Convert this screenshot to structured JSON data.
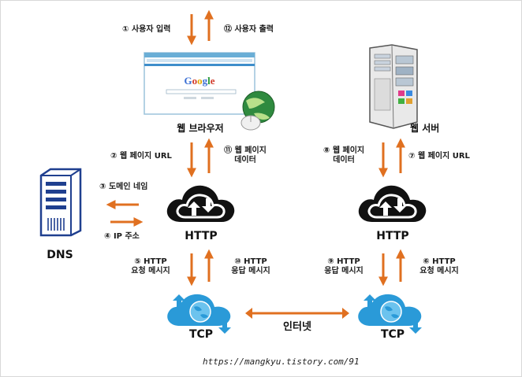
{
  "labels": {
    "user_input": "① 사용자 입력",
    "user_output": "⑫ 사용자 출력",
    "browser": "웹 브라우저",
    "server": "웹 서버",
    "page_url_left": "② 웹 페이지 URL",
    "page_data_left_1": "⑪ 웹 페이지",
    "page_data_left_2": "데이터",
    "page_data_right_1": "⑧ 웹 페이지",
    "page_data_right_2": "데이터",
    "page_url_right": "⑦ 웹 페이지 URL",
    "domain_name": "③ 도메인 네임",
    "ip_address": "④ IP 주소",
    "dns": "DNS",
    "http_left": "HTTP",
    "http_right": "HTTP",
    "req_left_1": "⑤ HTTP",
    "req_left_2": "요청 메시지",
    "resp_left_1": "⑩ HTTP",
    "resp_left_2": "응답 메시지",
    "resp_right_1": "⑨ HTTP",
    "resp_right_2": "응답 메시지",
    "req_right_1": "⑥ HTTP",
    "req_right_2": "요청 메시지",
    "tcp_left": "TCP",
    "tcp_right": "TCP",
    "internet": "인터넷",
    "source_url": "https://mangkyu.tistory.com/91"
  },
  "colors": {
    "arrow": "#e07020",
    "cloud_blue": "#2a9ad8",
    "http_cloud": "#111111",
    "dns_blue": "#1f3f8f"
  },
  "icons": [
    "browser-window-icon",
    "globe-mouse-icon",
    "server-tower-icon",
    "dns-server-icon",
    "http-cloud-icon",
    "tcp-cloud-icon"
  ]
}
